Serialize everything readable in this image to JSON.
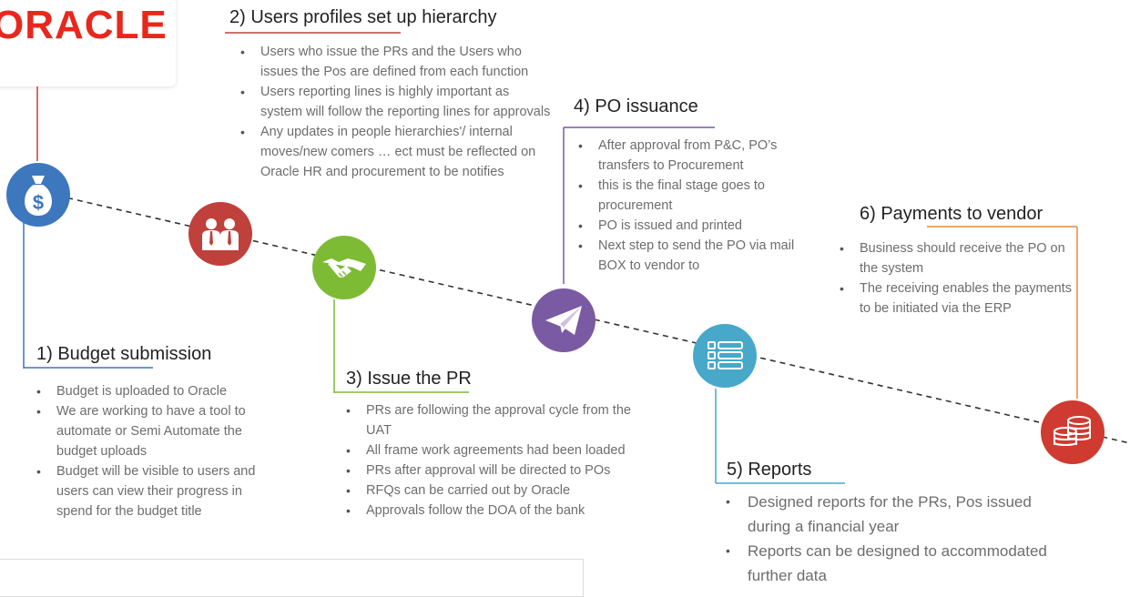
{
  "logo": {
    "text": "ORACLE"
  },
  "steps": [
    {
      "title": "1) Budget submission",
      "bullets": [
        "Budget is uploaded to Oracle",
        "We are working to have a  tool to automate or Semi Automate the budget uploads",
        "Budget will be visible to users and users can view their progress in spend for the budget title"
      ]
    },
    {
      "title": "2) Users profiles set up hierarchy",
      "bullets": [
        "Users who issue the PRs and the Users who issues the Pos are defined from each function",
        "Users reporting lines is highly important as system will follow the reporting lines for approvals",
        "Any updates in people hierarchies'/ internal moves/new comers … ect must be reflected on Oracle HR and procurement to be notifies"
      ]
    },
    {
      "title": "3) Issue the PR",
      "bullets": [
        "PRs are following the approval cycle from the UAT",
        "All frame work agreements had been loaded",
        "PRs after approval will be directed to POs",
        "RFQs can be carried out by Oracle",
        "Approvals follow the DOA of the bank"
      ]
    },
    {
      "title": "4) PO issuance",
      "bullets": [
        "After approval from P&C, PO’s transfers to Procurement",
        " this is the final stage goes to procurement",
        "PO is issued and printed",
        "Next step to send the PO via mail BOX to vendor to"
      ]
    },
    {
      "title": "5) Reports",
      "bullets": [
        "Designed reports for the PRs, Pos issued during a financial year",
        "Reports can be designed to accommodated further data"
      ]
    },
    {
      "title": "6) Payments to vendor",
      "bullets": [
        "Business should receive the PO on the system",
        "The receiving enables the payments to be initiated via the ERP"
      ]
    }
  ],
  "icons": [
    {
      "name": "money-bag-icon",
      "color": "#3d77bd"
    },
    {
      "name": "users-icon",
      "color": "#c0403b"
    },
    {
      "name": "handshake-icon",
      "color": "#7dbb35"
    },
    {
      "name": "paper-plane-icon",
      "color": "#7a5aa3"
    },
    {
      "name": "list-icon",
      "color": "#47a8c9"
    },
    {
      "name": "coins-icon",
      "color": "#cf3b30"
    }
  ],
  "colors": {
    "logo": "#e8271d",
    "bullet_text": "#6d6d6d",
    "timeline": "#333333"
  }
}
